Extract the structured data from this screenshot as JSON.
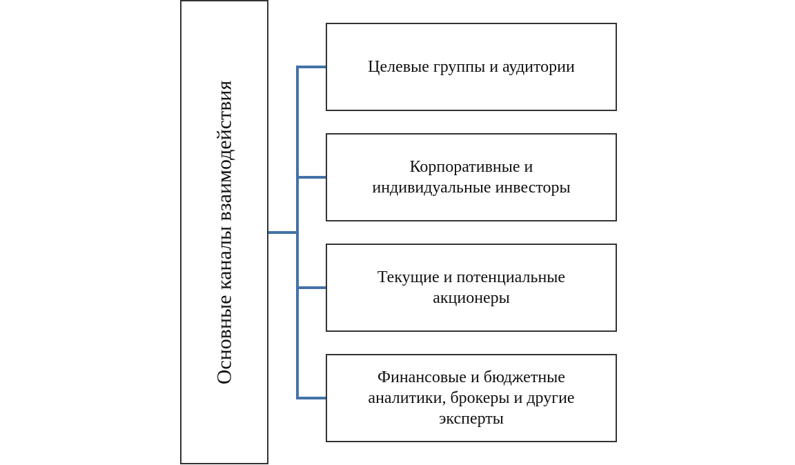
{
  "main": {
    "label": "Основные каналы взаимодействия"
  },
  "items": [
    {
      "label": "Целевые группы и аудитории"
    },
    {
      "label": "Корпоративные и\nиндивидуальные инвесторы"
    },
    {
      "label": "Текущие  и потенциальные\nакционеры"
    },
    {
      "label": "Финансовые и бюджетные\nаналитики, брокеры и другие\nэксперты"
    }
  ],
  "colors": {
    "connector": "#4472a8",
    "border": "#333333"
  }
}
